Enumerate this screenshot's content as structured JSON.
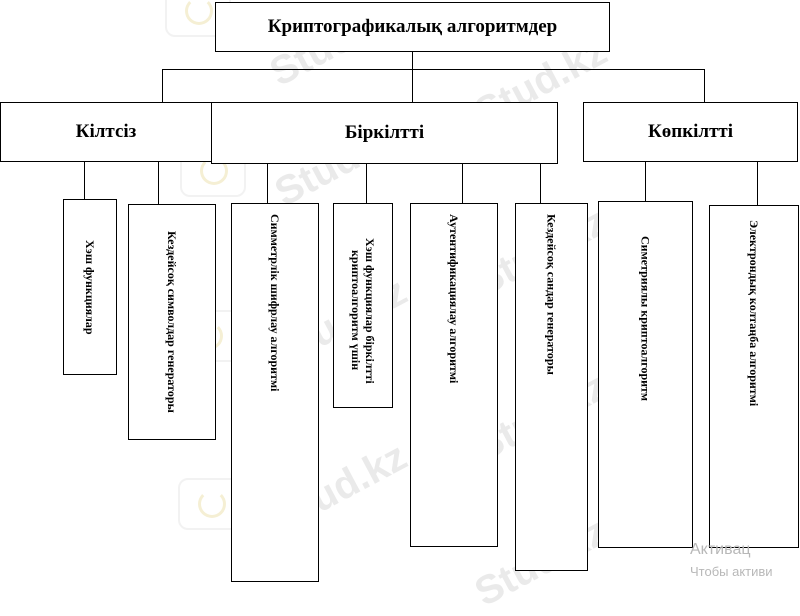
{
  "diagram": {
    "root": "Криптографикалық алгоритмдер",
    "categories": [
      {
        "label": "Кілтсіз",
        "children": [
          "Хэш функциялар",
          "Кездейсоқ символдар генераторы"
        ]
      },
      {
        "label": "Біркілтті",
        "children": [
          "Симметрлік шифрлау алгоритмі",
          "Хэш функциялар біркілтті криптоалгоритм үшін",
          "Аутентификациялау алгоритмі",
          "Кездейсоқ сандар генераторы"
        ]
      },
      {
        "label": "Көпкілтті",
        "children": [
          "Симетриялы криптоалгоритм",
          "Электрондық колтаңба алгоритмі"
        ]
      }
    ]
  },
  "watermark": {
    "text": "Stud.kz"
  },
  "windows_activation": {
    "line1": "Активац",
    "line2": "Чтобы активи"
  }
}
